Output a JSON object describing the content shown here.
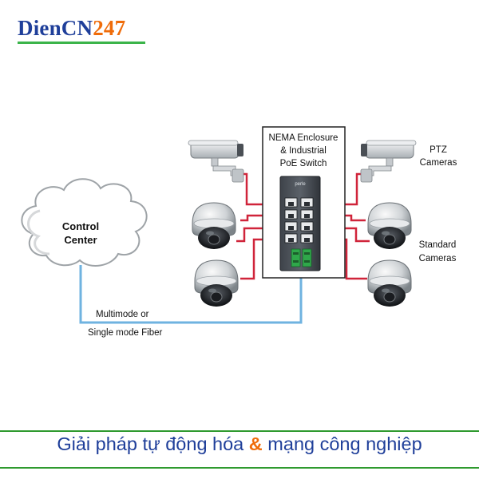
{
  "brand": {
    "part1": "DienCN",
    "part2": "247",
    "color_main": "#1f3f9a",
    "color_accent": "#ef6c0a",
    "underline_color": "#3bb44a"
  },
  "diagram": {
    "switch_title": [
      "NEMA Enclosure",
      "& Industrial",
      "PoE Switch"
    ],
    "control_center": [
      "Control",
      "Center"
    ],
    "fiber_label": [
      "Multimode or",
      "Single mode Fiber"
    ],
    "ptz_label": [
      "PTZ",
      "Cameras"
    ],
    "standard_label": [
      "Standard",
      "Cameras"
    ],
    "switch_brand": "perle",
    "cable_color": "#d0243a",
    "fiber_color": "#6fb3e0"
  },
  "footer": {
    "part1": "Giải pháp tự động hóa ",
    "amp": "&",
    "part2": " mạng công nghiệp",
    "color": "#1f3f9a",
    "line_color": "#2f9a2f"
  }
}
